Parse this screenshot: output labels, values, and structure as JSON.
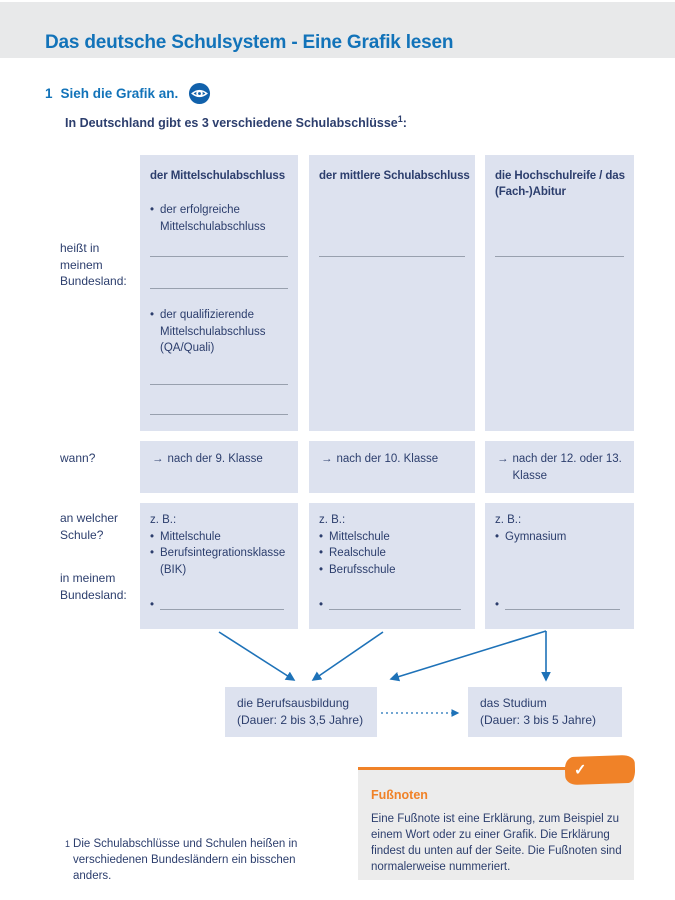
{
  "page": {
    "title": "Das deutsche Schulsystem - Eine Grafik lesen"
  },
  "task": {
    "number": "1",
    "label": "Sieh die Grafik an."
  },
  "intro": {
    "text": "In Deutschland gibt es 3 verschiedene Schulabschlüsse",
    "footnote_ref": "1",
    "suffix": ":"
  },
  "glyphs": {
    "bullet": "•",
    "arrow": "→",
    "check": "✓"
  },
  "row_labels": {
    "name_l1": "heißt in",
    "name_l2": "meinem",
    "name_l3": "Bundesland:",
    "when": "wann?",
    "school_l1": "an welcher",
    "school_l2": "Schule?",
    "state_l1": "in meinem",
    "state_l2": "Bundesland:"
  },
  "columns": [
    {
      "title": "der Mittelschulabschluss",
      "bullet_top": "der erfolgreiche Mittelschulabschluss",
      "bullet_mid": "der qualifizierende Mittelschulabschluss (QA/Quali)",
      "when": "nach der 9. Klasse",
      "examples_label": "z. B.:",
      "examples": [
        "Mittelschule",
        "Berufsintegrationsklasse (BIK)"
      ]
    },
    {
      "title": "der mittlere Schulabschluss",
      "when": "nach der 10. Klasse",
      "examples_label": "z. B.:",
      "examples": [
        "Mittelschule",
        "Realschule",
        "Berufsschule"
      ]
    },
    {
      "title": "die Hochschulreife / das (Fach-)Abitur",
      "when": "nach der 12. oder 13. Klasse",
      "examples_label": "z. B.:",
      "examples": [
        "Gymnasium"
      ]
    }
  ],
  "outcomes": [
    {
      "title": "die Berufsausbildung",
      "duration": "(Dauer: 2 bis 3,5 Jahre)"
    },
    {
      "title": "das Studium",
      "duration": "(Dauer: 3 bis 5 Jahre)"
    }
  ],
  "footnote": {
    "ref": "1",
    "text": "Die Schulabschlüsse und Schulen heißen in verschiedenen Bundesländern ein bisschen anders."
  },
  "tip_box": {
    "title": "Fußnoten",
    "body": "Eine Fußnote ist eine Erklärung, zum Beispiel zu einem Wort oder zu einer Grafik. Die Erklärung findest du unten auf der Seite. Die Fußnoten sind normalerweise nummeriert."
  },
  "colors": {
    "accent_blue": "#1273b9",
    "navy_text": "#2c3e6d",
    "box_fill": "#dde2ef",
    "header_band": "#e8e9ea",
    "tip_fill": "#ececec",
    "orange": "#f08228",
    "write_line": "#98a0ae",
    "arrow_blue": "#1e72b8"
  }
}
